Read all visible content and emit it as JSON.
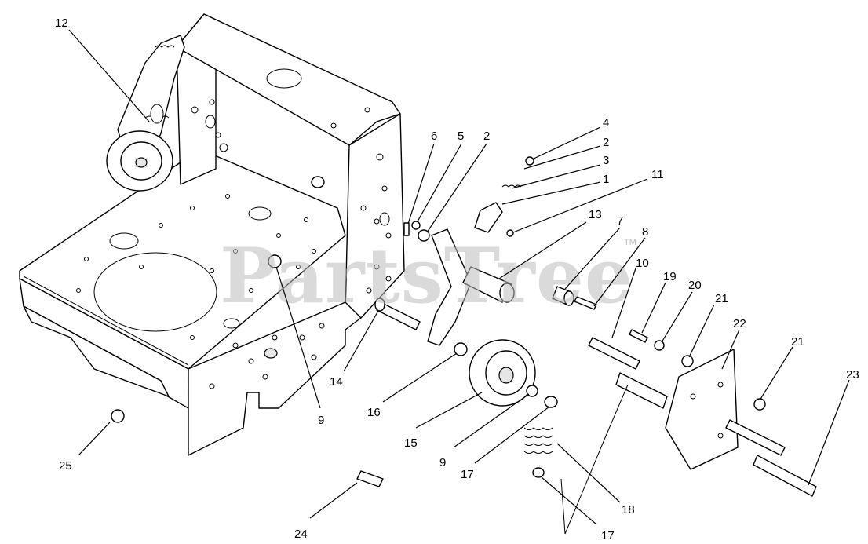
{
  "watermark": {
    "text": "PartsTree",
    "mark": "TM"
  },
  "callouts": [
    {
      "id": "c12a",
      "label": "12"
    },
    {
      "id": "c6",
      "label": "6"
    },
    {
      "id": "c5",
      "label": "5"
    },
    {
      "id": "c2a",
      "label": "2"
    },
    {
      "id": "c4",
      "label": "4"
    },
    {
      "id": "c2b",
      "label": "2"
    },
    {
      "id": "c3",
      "label": "3"
    },
    {
      "id": "c1",
      "label": "1"
    },
    {
      "id": "c11",
      "label": "11"
    },
    {
      "id": "c13",
      "label": "13"
    },
    {
      "id": "c7",
      "label": "7"
    },
    {
      "id": "c8",
      "label": "8"
    },
    {
      "id": "c10",
      "label": "10"
    },
    {
      "id": "c19",
      "label": "19"
    },
    {
      "id": "c20",
      "label": "20"
    },
    {
      "id": "c21a",
      "label": "21"
    },
    {
      "id": "c22",
      "label": "22"
    },
    {
      "id": "c21b",
      "label": "21"
    },
    {
      "id": "c23",
      "label": "23"
    },
    {
      "id": "c9a",
      "label": "9"
    },
    {
      "id": "c14",
      "label": "14"
    },
    {
      "id": "c16",
      "label": "16"
    },
    {
      "id": "c15",
      "label": "15"
    },
    {
      "id": "c9b",
      "label": "9"
    },
    {
      "id": "c17a",
      "label": "17"
    },
    {
      "id": "c18",
      "label": "18"
    },
    {
      "id": "c17b",
      "label": "17"
    },
    {
      "id": "c25",
      "label": "25"
    },
    {
      "id": "c24",
      "label": "24"
    }
  ]
}
